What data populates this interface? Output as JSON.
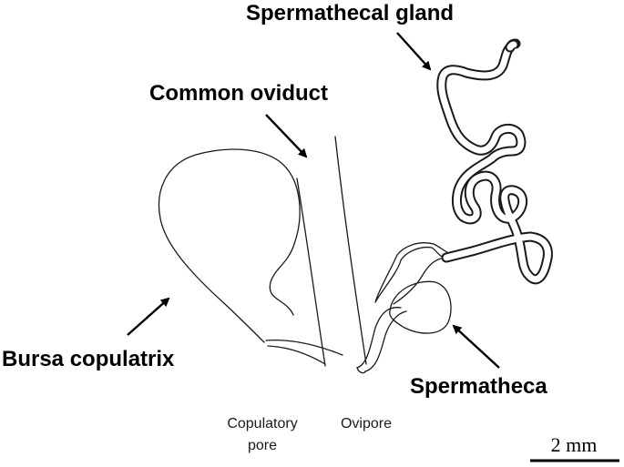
{
  "labels": {
    "spermathecal_gland": "Spermathecal gland",
    "common_oviduct": "Common oviduct",
    "bursa_copulatrix": "Bursa copulatrix",
    "spermatheca": "Spermatheca",
    "copulatory_pore_line1": "Copulatory",
    "copulatory_pore_line2": "pore",
    "ovipore": "Ovipore"
  },
  "scale_bar": {
    "label": "2 mm"
  },
  "colors": {
    "line": "#1a1a1a",
    "background": "#ffffff"
  }
}
